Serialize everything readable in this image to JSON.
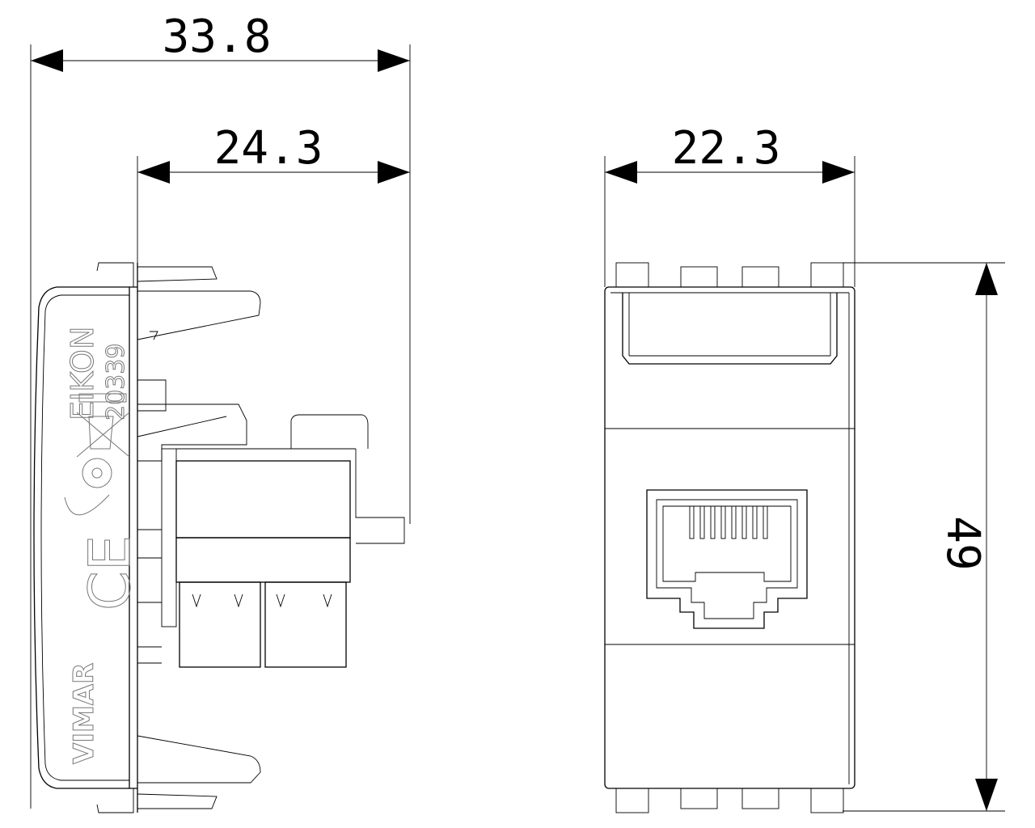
{
  "dimensions": {
    "overall_depth": "33.8",
    "body_depth": "24.3",
    "width": "22.3",
    "height": "49"
  },
  "product_markings": {
    "brand": "VIMAR",
    "series": "EIKON",
    "code": "20339",
    "certification": "CE"
  }
}
